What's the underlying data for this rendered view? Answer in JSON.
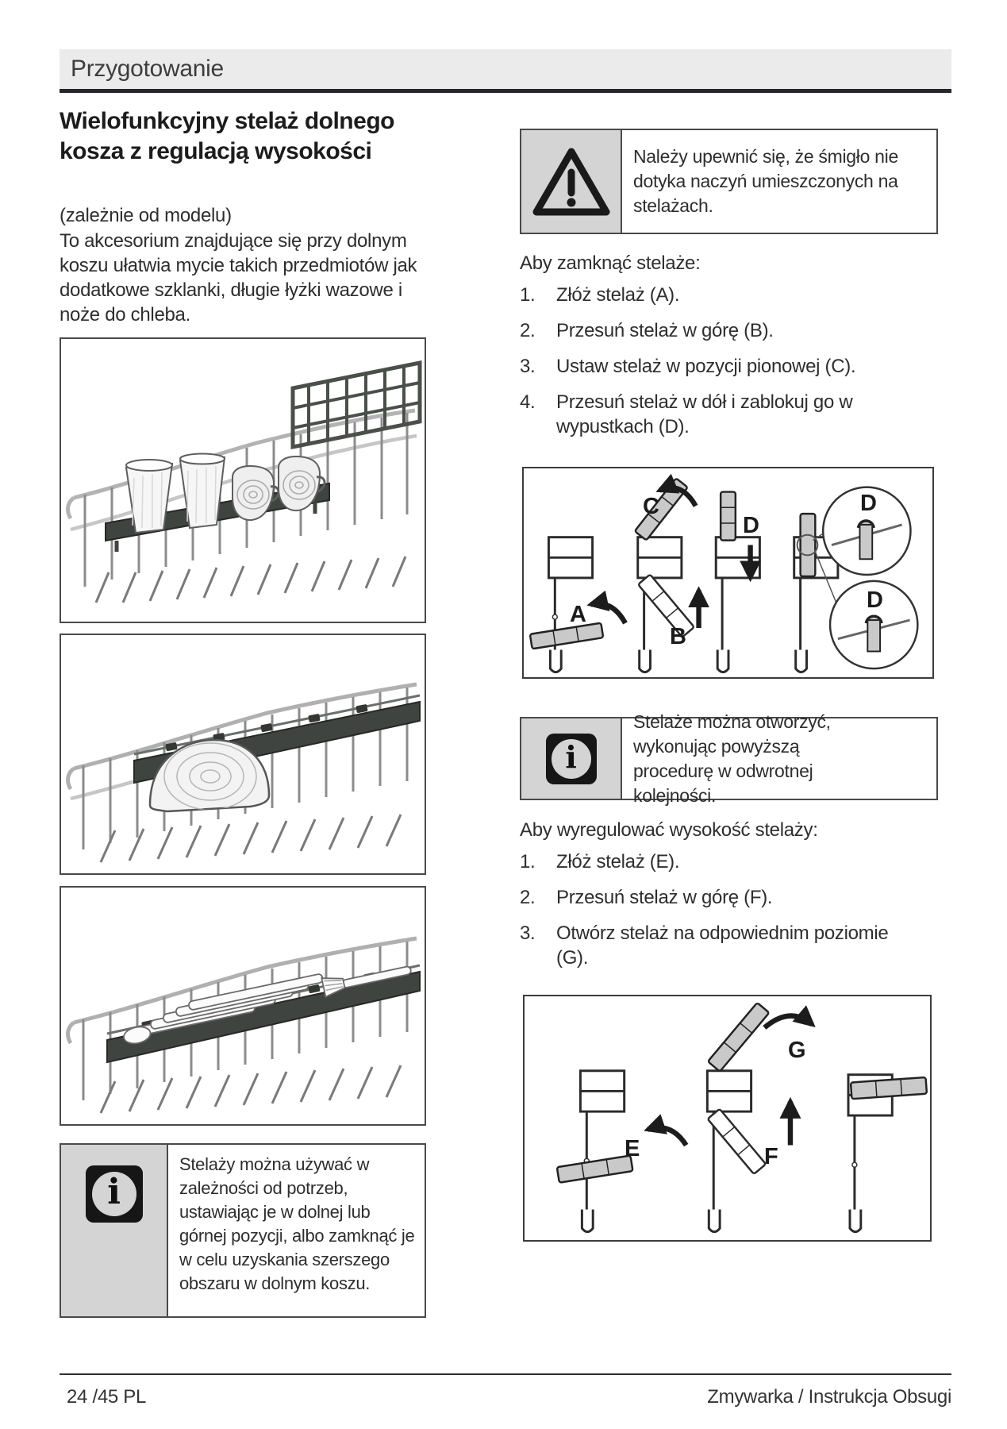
{
  "icons": {
    "info_glyph": "i"
  },
  "header": {
    "title": "Przygotowanie"
  },
  "left_column": {
    "title": "Wielofunkcyjny stelaż dolnego kosza z regulacją wysokości",
    "model_note": "(zależnie od modelu)",
    "intro": "To akcesorium znajdujące się przy dolnym koszu ułatwia mycie takich przedmiotów jak dodatkowe szklanki, długie łyżki wazowe i noże do chleba.",
    "info_note": "Stelaży można używać w zależności od potrzeb, ustawiając je w dolnej lub górnej pozycji, albo zamknąć je w celu uzyskania szerszego obszaru w dolnym koszu."
  },
  "right_column": {
    "warning_note": "Należy upewnić się, że śmigło nie dotyka naczyń umieszczonych na stelażach.",
    "close_heading": "Aby zamknąć stelaże:",
    "close_steps": [
      {
        "num": "1.",
        "text": "Złóż stelaż (A)."
      },
      {
        "num": "2.",
        "text": "Przesuń stelaż w górę (B)."
      },
      {
        "num": "3.",
        "text": "Ustaw stelaż w pozycji pionowej (C)."
      },
      {
        "num": "4.",
        "text": "Przesuń stelaż w dół i zablokuj go w wypustkach (D)."
      }
    ],
    "info_note": "Stelaże można otworzyć, wykonując powyższą procedurę w odwrotnej kolejności.",
    "adjust_heading": "Aby wyregulować wysokość stelaży:",
    "adjust_steps": [
      {
        "num": "1.",
        "text": "Złóż stelaż (E)."
      },
      {
        "num": "2.",
        "text": "Przesuń stelaż w górę (F)."
      },
      {
        "num": "3.",
        "text": "Otwórz stelaż na odpowiednim poziomie (G)."
      }
    ],
    "diagram_close_labels": {
      "a": "A",
      "b": "B",
      "c": "C",
      "d": "D",
      "d_detail_top": "D",
      "d_detail_bottom": "D"
    },
    "diagram_adjust_labels": {
      "e": "E",
      "f": "F",
      "g": "G"
    }
  },
  "footer": {
    "page": "24 /45 PL",
    "doc": "Zmywarka / Instrukcja Obsugi"
  }
}
